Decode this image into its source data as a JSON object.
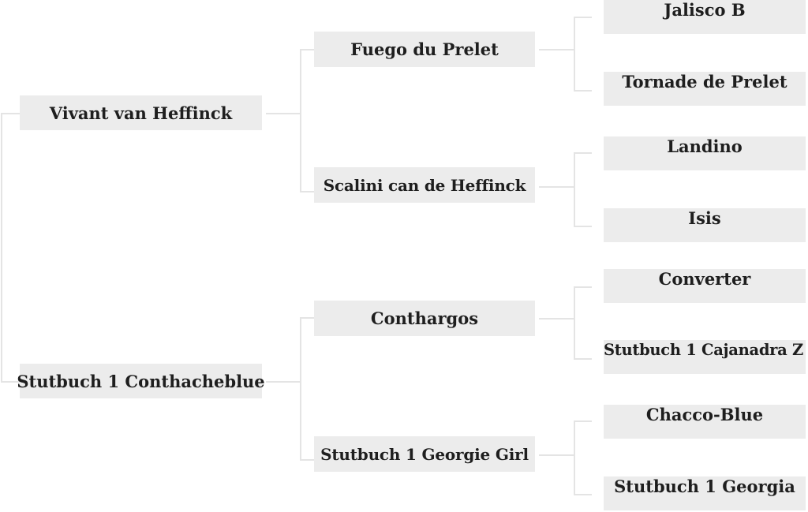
{
  "pedigree": {
    "sire": {
      "name": "Vivant van Heffinck",
      "sire": {
        "name": "Fuego du Prelet",
        "sire": {
          "name": "Jalisco B"
        },
        "dam": {
          "name": "Tornade de Prelet"
        }
      },
      "dam": {
        "name": "Scalini can de Heffinck",
        "sire": {
          "name": "Landino"
        },
        "dam": {
          "name": "Isis"
        }
      }
    },
    "dam": {
      "name": "Stutbuch 1 Conthacheblue",
      "sire": {
        "name": "Conthargos",
        "sire": {
          "name": "Converter"
        },
        "dam": {
          "name": "Stutbuch 1 Cajanadra Z"
        }
      },
      "dam": {
        "name": "Stutbuch 1 Georgie Girl",
        "sire": {
          "name": "Chacco-Blue"
        },
        "dam": {
          "name": "Stutbuch 1 Georgia"
        }
      }
    }
  },
  "colors": {
    "box_background": "#ececec",
    "connector_line": "#e4e4e4",
    "text": "#1e1e1e"
  }
}
